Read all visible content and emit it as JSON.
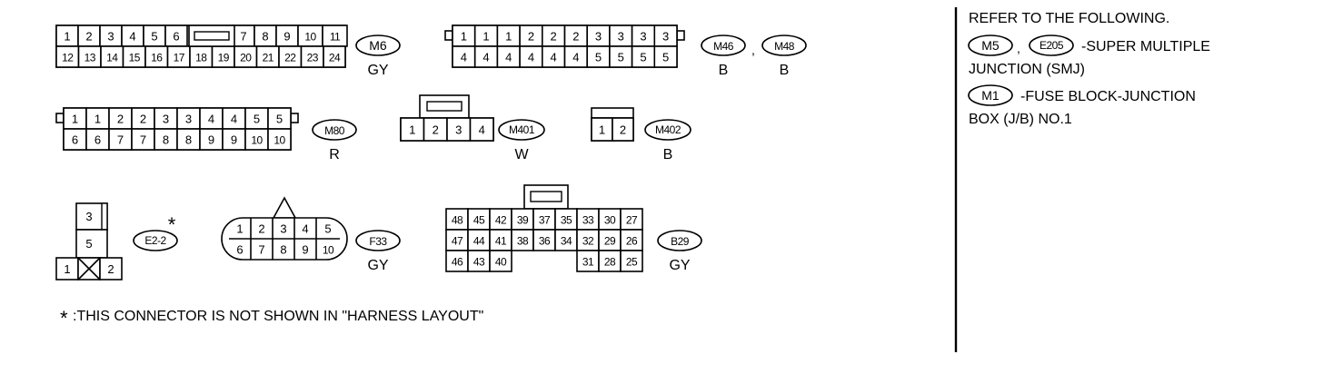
{
  "connectors": {
    "m6": {
      "tag": "M6",
      "color": "GY",
      "top": [
        "1",
        "2",
        "3",
        "4",
        "5",
        "6",
        "7",
        "8",
        "9",
        "10",
        "11"
      ],
      "bottom": [
        "12",
        "13",
        "14",
        "15",
        "16",
        "17",
        "18",
        "19",
        "20",
        "21",
        "22",
        "23",
        "24"
      ]
    },
    "m46": {
      "tag": "M46",
      "color": "B"
    },
    "m48": {
      "tag": "M48",
      "color": "B"
    },
    "m46_m48": {
      "separator": ",",
      "top": [
        "1",
        "1",
        "1",
        "2",
        "2",
        "2",
        "3",
        "3",
        "3",
        "3"
      ],
      "bottom": [
        "4",
        "4",
        "4",
        "4",
        "4",
        "4",
        "5",
        "5",
        "5",
        "5"
      ]
    },
    "m80": {
      "tag": "M80",
      "color": "R",
      "top": [
        "1",
        "1",
        "2",
        "2",
        "3",
        "3",
        "4",
        "4",
        "5",
        "5"
      ],
      "bottom": [
        "6",
        "6",
        "7",
        "7",
        "8",
        "8",
        "9",
        "9",
        "10",
        "10"
      ]
    },
    "m401": {
      "tag": "M401",
      "color": "W",
      "pins": [
        "1",
        "2",
        "3",
        "4"
      ]
    },
    "m402": {
      "tag": "M402",
      "color": "B",
      "pins": [
        "1",
        "2"
      ]
    },
    "e22": {
      "tag": "E2-2",
      "asterisk": "*",
      "pins": {
        "p3": "3",
        "p5": "5",
        "p1": "1",
        "p2": "2"
      }
    },
    "f33": {
      "tag": "F33",
      "color": "GY",
      "top": [
        "1",
        "2",
        "3",
        "4",
        "5"
      ],
      "bottom": [
        "6",
        "7",
        "8",
        "9",
        "10"
      ]
    },
    "b29": {
      "tag": "B29",
      "color": "GY",
      "row1": [
        "48",
        "45",
        "42",
        "39",
        "37",
        "35",
        "33",
        "30",
        "27"
      ],
      "row2": [
        "47",
        "44",
        "41",
        "38",
        "36",
        "34",
        "32",
        "29",
        "26"
      ],
      "row3_left": [
        "46",
        "43",
        "40"
      ],
      "row3_right": [
        "31",
        "28",
        "25"
      ]
    }
  },
  "footnote": {
    "star": "*",
    "text": ":THIS CONNECTOR IS NOT SHOWN IN \"HARNESS LAYOUT\""
  },
  "reference": {
    "heading": "REFER TO THE FOLLOWING.",
    "item1_tag_a": "M5",
    "item1_sep": ",",
    "item1_tag_b": "E205",
    "item1_text_line1": "-SUPER MULTIPLE",
    "item1_text_line2": "JUNCTION (SMJ)",
    "item2_tag": "M1",
    "item2_text_line1": "-FUSE BLOCK-JUNCTION",
    "item2_text_line2": "BOX (J/B) NO.1"
  }
}
